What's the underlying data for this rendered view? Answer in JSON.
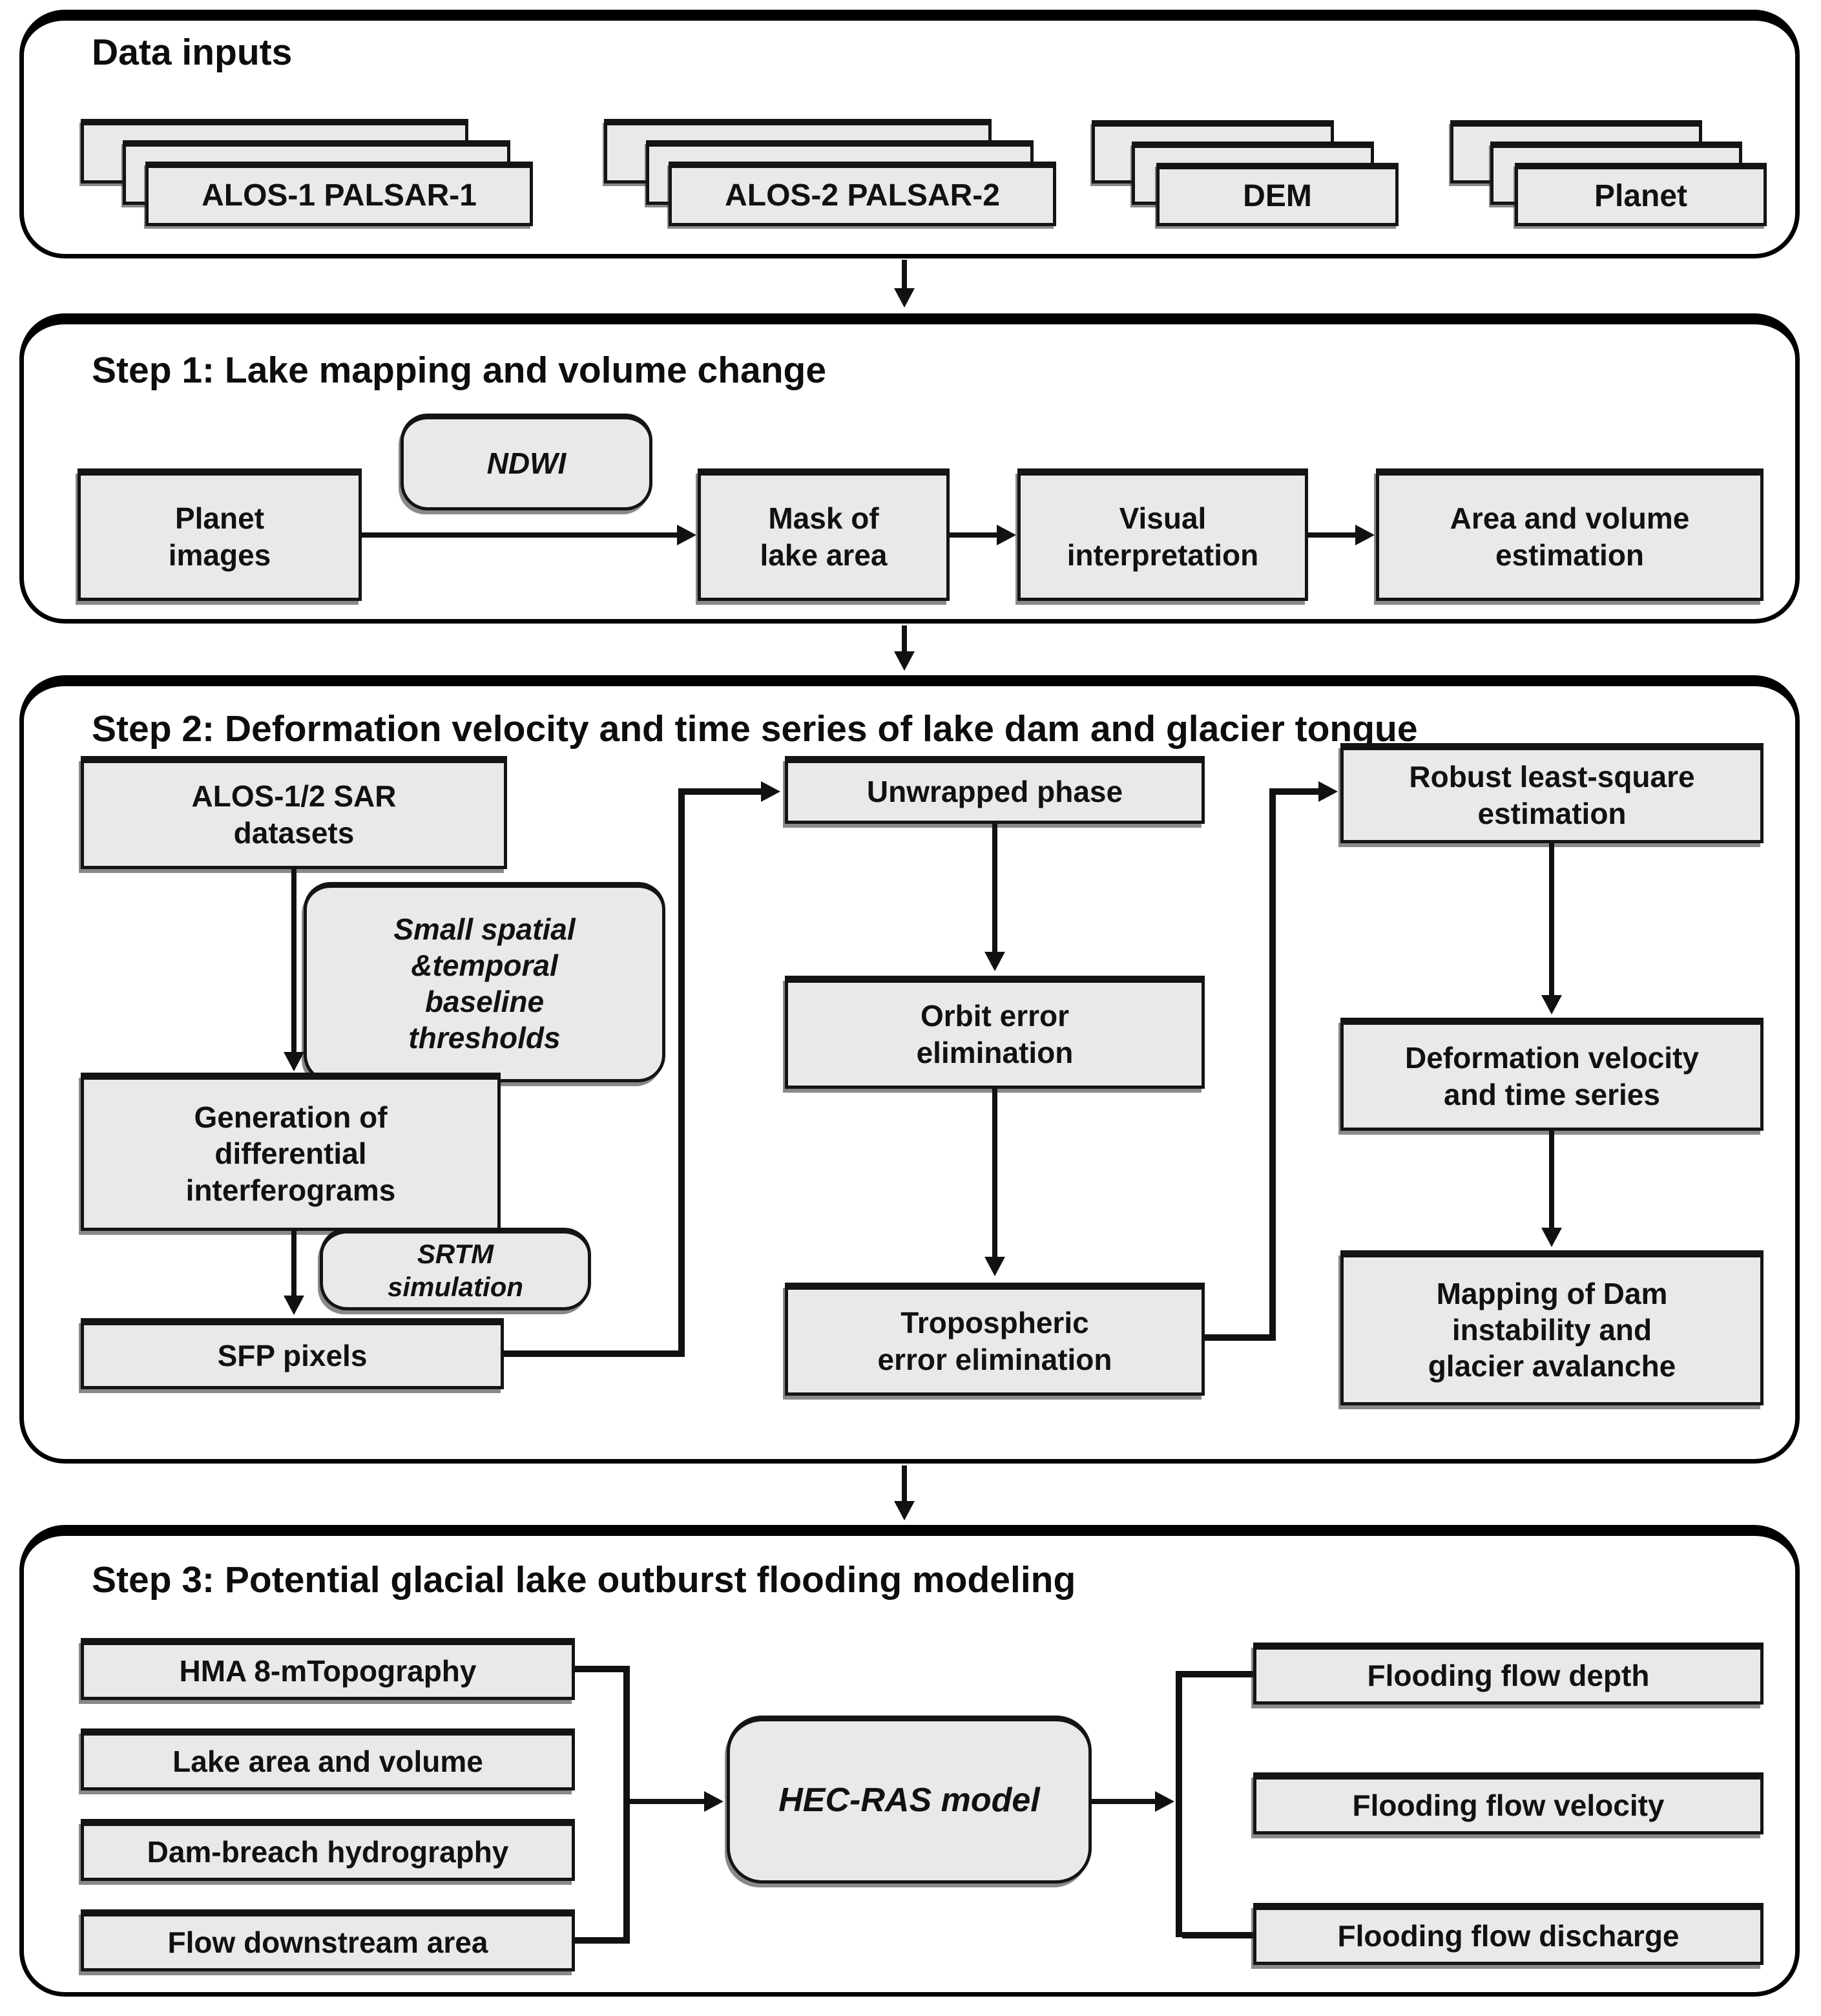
{
  "colors": {
    "box_fill": "#e9e9e9",
    "stroke": "#111111",
    "background": "#ffffff"
  },
  "data_inputs": {
    "title": "Data inputs",
    "stacks": [
      {
        "label": "ALOS-1 PALSAR-1"
      },
      {
        "label": "ALOS-2 PALSAR-2"
      },
      {
        "label": "DEM"
      },
      {
        "label": "Planet"
      }
    ]
  },
  "step1": {
    "title": "Step 1: Lake mapping and volume change",
    "planet_images": "Planet\nimages",
    "ndwi": "NDWI",
    "mask": "Mask of\nlake area",
    "visual": "Visual\ninterpretation",
    "area_volume": "Area and volume\nestimation"
  },
  "step2": {
    "title": "Step 2: Deformation velocity and time series of lake dam and glacier tongue",
    "alos_sar": "ALOS-1/2 SAR\ndatasets",
    "baseline": "Small spatial\n&temporal\nbaseline\nthresholds",
    "generation": "Generation of\ndifferential\ninterferograms",
    "srtm": "SRTM\nsimulation",
    "sfp": "SFP pixels",
    "unwrapped": "Unwrapped phase",
    "orbit": "Orbit error\nelimination",
    "tropo": "Tropospheric\nerror elimination",
    "robust": "Robust least-square\nestimation",
    "deformation": "Deformation velocity\nand time series",
    "mapping": "Mapping of Dam\ninstability and\nglacier avalanche"
  },
  "step3": {
    "title": "Step 3: Potential glacial lake outburst flooding modeling",
    "inputs": [
      {
        "label": "HMA 8-mTopography"
      },
      {
        "label": "Lake area and volume"
      },
      {
        "label": "Dam-breach hydrography"
      },
      {
        "label": "Flow downstream area"
      }
    ],
    "model": "HEC-RAS model",
    "outputs": [
      {
        "label": "Flooding flow depth"
      },
      {
        "label": "Flooding flow velocity"
      },
      {
        "label": "Flooding flow discharge"
      }
    ]
  }
}
